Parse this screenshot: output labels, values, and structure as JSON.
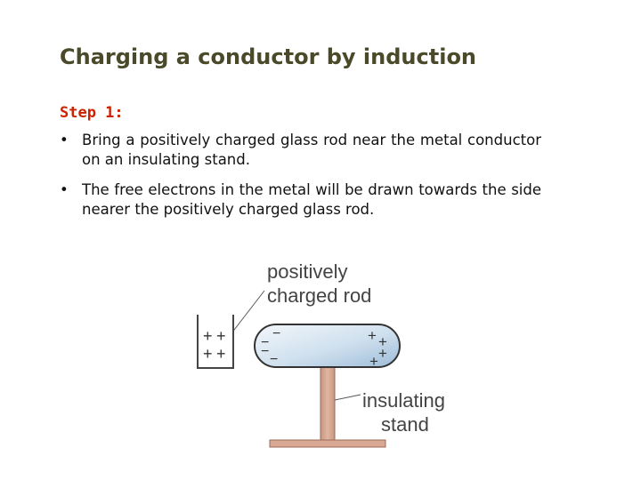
{
  "slide": {
    "title": "Charging a conductor by induction",
    "step_heading": "Step 1:",
    "bullets": [
      "Bring a positively charged glass rod near the metal conductor on an insulating stand.",
      "The free electrons in the metal will be drawn towards the side nearer the positively charged glass rod."
    ]
  },
  "diagram": {
    "label_rod_line1": "positively",
    "label_rod_line2": "charged rod",
    "label_stand_line1": "insulating",
    "label_stand_line2": "stand",
    "rod_charge_sign": "+",
    "negative_sign": "−",
    "positive_sign": "+"
  }
}
